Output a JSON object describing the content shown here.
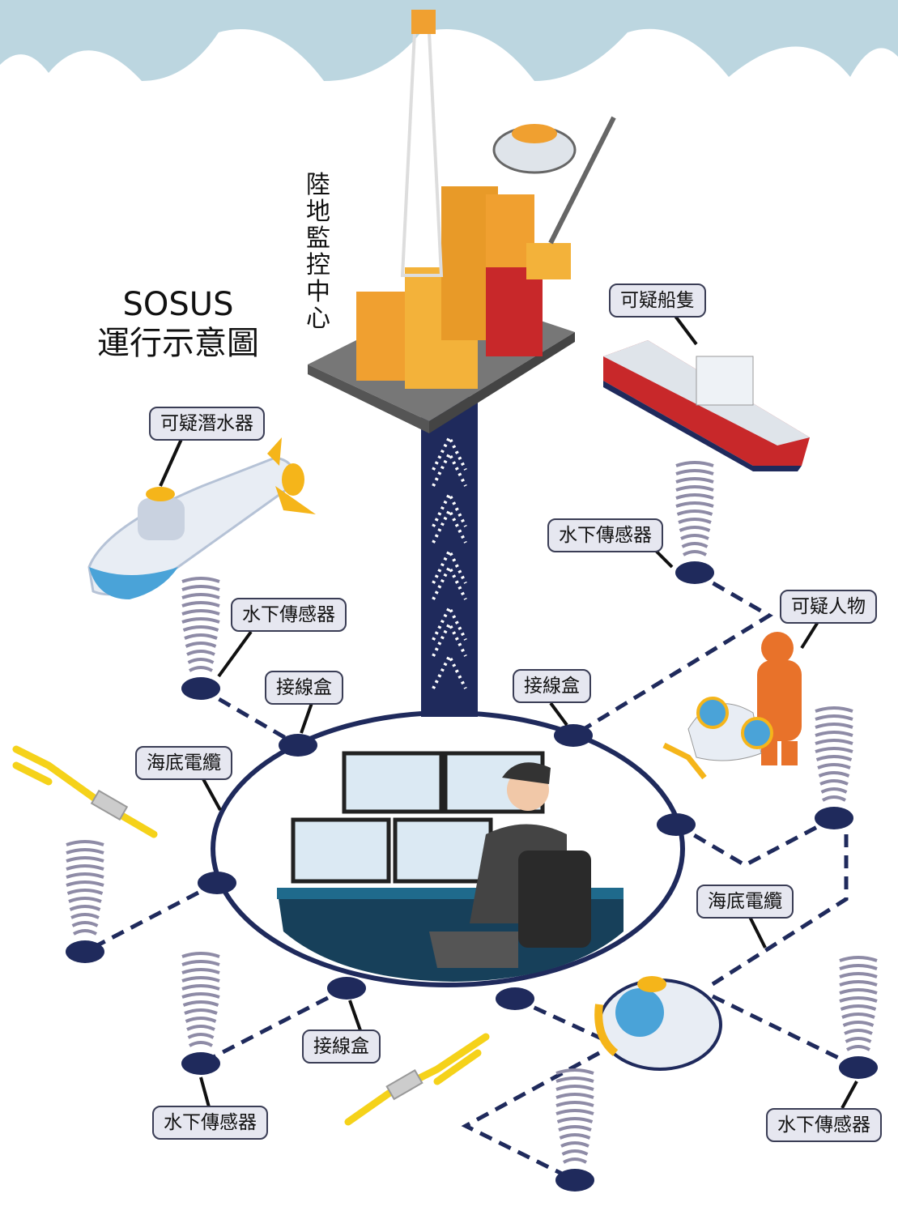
{
  "title": {
    "line1": "SOSUS",
    "line2": "運行示意圖"
  },
  "control_center": "陸地監控中心",
  "labels": {
    "suspicious_ship": "可疑船隻",
    "suspicious_sub": "可疑潛水器",
    "suspicious_person": "可疑人物",
    "sensor_1": "水下傳感器",
    "sensor_2": "水下傳感器",
    "sensor_3": "水下傳感器",
    "sensor_4": "水下傳感器",
    "junction_1": "接線盒",
    "junction_2": "接線盒",
    "junction_3": "接線盒",
    "cable_1": "海底電纜",
    "cable_2": "海底電纜"
  },
  "colors": {
    "sky": "#bcd6e0",
    "navy": "#1f2a5c",
    "label_bg": "#e6e7f0",
    "platform_orange": "#f0a030",
    "ship_red": "#c8282a"
  }
}
